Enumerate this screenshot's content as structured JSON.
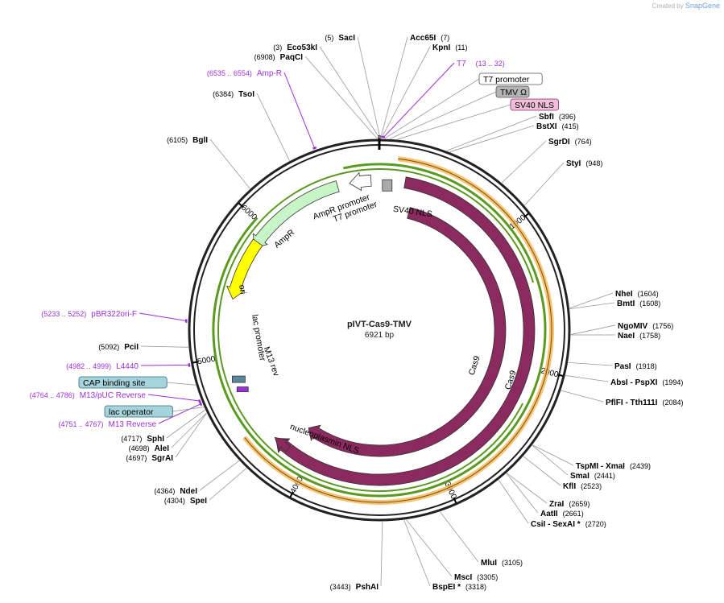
{
  "credit": {
    "prefix": "Created by",
    "brand": "SnapGene"
  },
  "plasmid": {
    "name": "pIVT-Cas9-TMV",
    "size": "6921 bp",
    "total": 6921
  },
  "colors": {
    "enzyme": "#000000",
    "primer": "#9b30d9",
    "backbone": "#222222",
    "cas9": "#8b2a5f",
    "amp": "#c8f5c8",
    "ori": "#ffff00",
    "orf": "#f5b54a",
    "orf_inner": "#7a4a1a",
    "green_arrow": "#5a9a20"
  },
  "ticks": [
    {
      "pos": 1000,
      "label": "1000"
    },
    {
      "pos": 2000,
      "label": "2000"
    },
    {
      "pos": 3000,
      "label": "3000"
    },
    {
      "pos": 4000,
      "label": "4000"
    },
    {
      "pos": 5000,
      "label": "5000"
    },
    {
      "pos": 6000,
      "label": "6000"
    }
  ],
  "features": [
    {
      "name": "SV40 NLS",
      "type": "arrow",
      "start": 104,
      "end": 4385,
      "ring": 0,
      "color": "#8b2a5f",
      "label": "SV40 NLS"
    },
    {
      "name": "Cas9",
      "type": "arrow",
      "start": 380,
      "end": 4100,
      "ring": 1,
      "color": "#8b2a5f",
      "label": "Cas9"
    },
    {
      "name": "nucleoplasmin NLS",
      "type": "arrow",
      "start": 4150,
      "end": 4310,
      "ring": 0,
      "color": "#8b2a5f",
      "label": "nucleoplasmin NLS"
    },
    {
      "name": "AmpR",
      "type": "arrow",
      "start": 6590,
      "end": 5780,
      "ring": 0,
      "color": "#c8f5c8",
      "label": "AmpR"
    },
    {
      "name": "AmpR promoter",
      "type": "arrow",
      "start": 6700,
      "end": 6600,
      "ring": 0,
      "color": "#ffffff",
      "label": "AmpR promoter"
    },
    {
      "name": "ori",
      "type": "arrow",
      "start": 5600,
      "end": 5190,
      "ring": 0,
      "color": "#ffff00",
      "label": "ori"
    }
  ],
  "text_features": [
    {
      "label": "AmpR promoter"
    },
    {
      "label": "T7 promoter"
    },
    {
      "label": "lac promoter"
    },
    {
      "label": "M13 rev"
    }
  ],
  "enzymes_left": [
    {
      "pos_text": "(3)",
      "name": "Eco53kI",
      "bp": 3
    },
    {
      "pos_text": "(5)",
      "name": "SacI",
      "bp": 5
    },
    {
      "pos_text": "(6908)",
      "name": "PaqCI",
      "bp": 6908
    },
    {
      "pos_text": "(6384)",
      "name": "TsoI",
      "bp": 6384
    },
    {
      "pos_text": "(6105)",
      "name": "BglI",
      "bp": 6105
    },
    {
      "pos_text": "(5092)",
      "name": "PciI",
      "bp": 5092
    },
    {
      "pos_text": "(4717)",
      "name": "SphI",
      "bp": 4717
    },
    {
      "pos_text": "(4698)",
      "name": "AleI",
      "bp": 4698
    },
    {
      "pos_text": "(4697)",
      "name": "SgrAI",
      "bp": 4697
    },
    {
      "pos_text": "(4364)",
      "name": "NdeI",
      "bp": 4364
    },
    {
      "pos_text": "(4304)",
      "name": "SpeI",
      "bp": 4304
    },
    {
      "pos_text": "(3443)",
      "name": "PshAI",
      "bp": 3443
    }
  ],
  "enzymes_right": [
    {
      "name": "Acc65I",
      "pos_text": "(7)",
      "bp": 7
    },
    {
      "name": "KpnI",
      "pos_text": "(11)",
      "bp": 11
    },
    {
      "name": "SbfI",
      "pos_text": "(396)",
      "bp": 396
    },
    {
      "name": "BstXI",
      "pos_text": "(415)",
      "bp": 415
    },
    {
      "name": "SgrDI",
      "pos_text": "(764)",
      "bp": 764
    },
    {
      "name": "StyI",
      "pos_text": "(948)",
      "bp": 948
    },
    {
      "name": "NheI",
      "pos_text": "(1604)",
      "bp": 1604
    },
    {
      "name": "BmtI",
      "pos_text": "(1608)",
      "bp": 1608
    },
    {
      "name": "NgoMIV",
      "pos_text": "(1756)",
      "bp": 1756
    },
    {
      "name": "NaeI",
      "pos_text": "(1758)",
      "bp": 1758
    },
    {
      "name": "PasI",
      "pos_text": "(1918)",
      "bp": 1918
    },
    {
      "name": "AbsI  - PspXI",
      "pos_text": "(1994)",
      "bp": 1994
    },
    {
      "name": "PflFI  - Tth111I",
      "pos_text": "(2084)",
      "bp": 2084
    },
    {
      "name": "TspMI  - XmaI",
      "pos_text": "(2439)",
      "bp": 2439
    },
    {
      "name": "SmaI",
      "pos_text": "(2441)",
      "bp": 2441
    },
    {
      "name": "KflI",
      "pos_text": "(2523)",
      "bp": 2523
    },
    {
      "name": "ZraI",
      "pos_text": "(2659)",
      "bp": 2659
    },
    {
      "name": "AatII",
      "pos_text": "(2661)",
      "bp": 2661
    },
    {
      "name": "CsiI  - SexAI *",
      "pos_text": "(2720)",
      "bp": 2720
    },
    {
      "name": "MluI",
      "pos_text": "(3105)",
      "bp": 3105
    },
    {
      "name": "MscI",
      "pos_text": "(3305)",
      "bp": 3305
    },
    {
      "name": "BspEI *",
      "pos_text": "(3318)",
      "bp": 3318
    }
  ],
  "primers": [
    {
      "name": "T7",
      "range": "(13 .. 32)",
      "side": "right",
      "bp": 22
    },
    {
      "name": "Amp-R",
      "range": "(6535 .. 6554)",
      "side": "left",
      "bp": 6545
    },
    {
      "name": "pBR322ori-F",
      "range": "(5233 .. 5252)",
      "side": "left",
      "bp": 5243
    },
    {
      "name": "L4440",
      "range": "(4982 .. 4999)",
      "side": "left",
      "bp": 4990
    },
    {
      "name": "M13/pUC Reverse",
      "range": "(4764 .. 4786)",
      "side": "left",
      "bp": 4775
    },
    {
      "name": "M13 Reverse",
      "range": "(4751 .. 4767)",
      "side": "left",
      "bp": 4759
    }
  ],
  "boxed_labels": [
    {
      "name": "T7 promoter",
      "style": "white",
      "side": "right",
      "bp": 30
    },
    {
      "name": "TMV Ω",
      "style": "gray",
      "side": "right",
      "bp": 60
    },
    {
      "name": "SV40 NLS",
      "style": "pink",
      "side": "right",
      "bp": 104
    },
    {
      "name": "CAP binding site",
      "style": "teal",
      "side": "left",
      "bp": 4870
    },
    {
      "name": "lac operator",
      "style": "teal",
      "side": "left",
      "bp": 4735
    }
  ]
}
